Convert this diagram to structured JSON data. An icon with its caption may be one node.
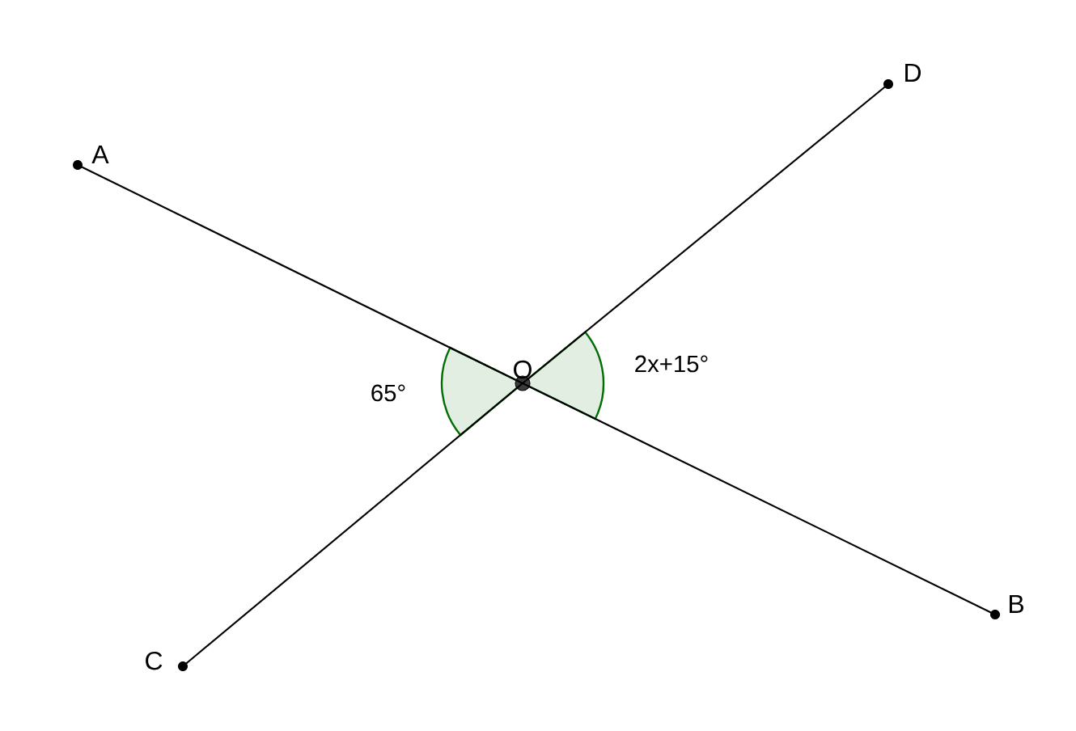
{
  "diagram": {
    "nodes": [
      {
        "text": [
          "A"
        ]
      },
      {
        "text": [
          "D"
        ]
      },
      {
        "text": [
          "O"
        ]
      },
      {
        "text": [
          "B"
        ]
      },
      {
        "text": [
          "C"
        ]
      }
    ],
    "edges": [
      {
        "from": 0,
        "to": 2,
        "arrow": "none"
      },
      {
        "from": 2,
        "to": 3,
        "arrow": "none"
      },
      {
        "from": 4,
        "to": 2,
        "arrow": "none"
      },
      {
        "from": 2,
        "to": 1,
        "arrow": "none"
      }
    ],
    "labels": [
      "65°",
      "2x+15°"
    ]
  }
}
